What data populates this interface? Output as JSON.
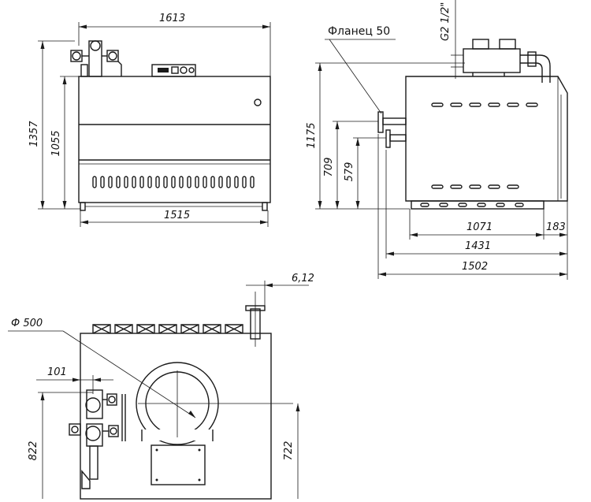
{
  "front_view": {
    "overall_width": "1613",
    "overall_height": "1357",
    "body_height": "1055",
    "base_width": "1515"
  },
  "side_view": {
    "flange_label": "Фланец 50",
    "thread_label": "G2 1/2\"",
    "height_total": "1175",
    "height_flange_upper": "709",
    "height_flange_lower": "579",
    "length_body": "1071",
    "length_rear": "183",
    "length_base": "1431",
    "length_total": "1502"
  },
  "top_view": {
    "diameter_label": "Ф 500",
    "offset_left": "101",
    "offset_right": "6,12",
    "height_left": "822",
    "height_right": "722"
  }
}
